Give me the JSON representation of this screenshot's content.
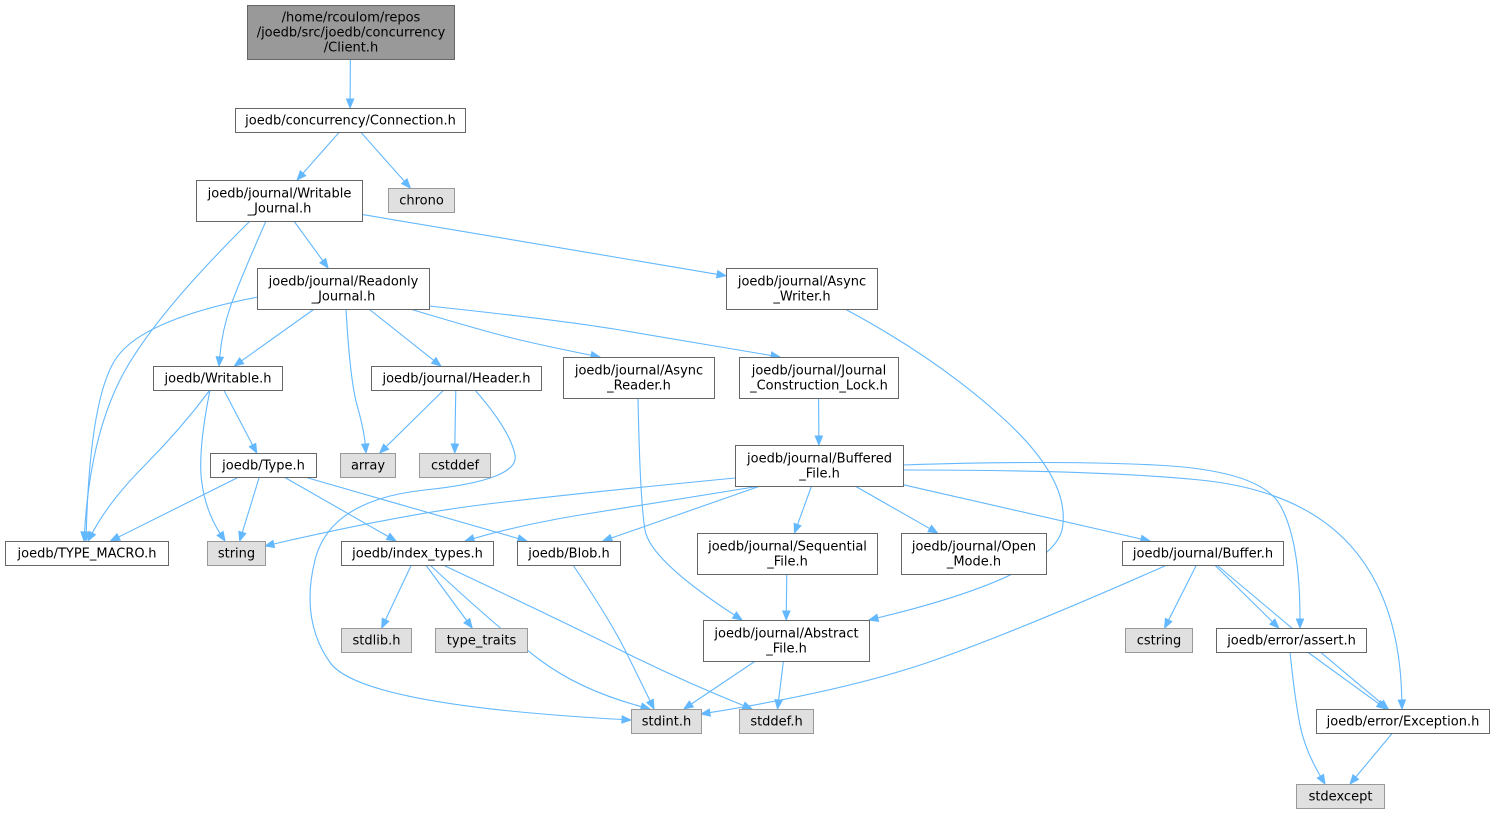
{
  "nodes": [
    {
      "id": "client",
      "kind": "root",
      "lines": [
        "/home/rcoulom/repos",
        "/joedb/src/joedb/concurrency",
        "/Client.h"
      ]
    },
    {
      "id": "connection",
      "kind": "file",
      "lines": [
        "joedb/concurrency/Connection.h"
      ]
    },
    {
      "id": "chrono",
      "kind": "system",
      "lines": [
        "chrono"
      ]
    },
    {
      "id": "writable_journal",
      "kind": "file",
      "lines": [
        "joedb/journal/Writable",
        "_Journal.h"
      ]
    },
    {
      "id": "readonly_journal",
      "kind": "file",
      "lines": [
        "joedb/journal/Readonly",
        "_Journal.h"
      ]
    },
    {
      "id": "async_writer",
      "kind": "file",
      "lines": [
        "joedb/journal/Async",
        "_Writer.h"
      ]
    },
    {
      "id": "writable",
      "kind": "file",
      "lines": [
        "joedb/Writable.h"
      ]
    },
    {
      "id": "header",
      "kind": "file",
      "lines": [
        "joedb/journal/Header.h"
      ]
    },
    {
      "id": "async_reader",
      "kind": "file",
      "lines": [
        "joedb/journal/Async",
        "_Reader.h"
      ]
    },
    {
      "id": "construction_lock",
      "kind": "file",
      "lines": [
        "joedb/journal/Journal",
        "_Construction_Lock.h"
      ]
    },
    {
      "id": "type",
      "kind": "file",
      "lines": [
        "joedb/Type.h"
      ]
    },
    {
      "id": "array",
      "kind": "system",
      "lines": [
        "array"
      ]
    },
    {
      "id": "cstddef",
      "kind": "system",
      "lines": [
        "cstddef"
      ]
    },
    {
      "id": "buffered_file",
      "kind": "file",
      "lines": [
        "joedb/journal/Buffered",
        "_File.h"
      ]
    },
    {
      "id": "type_macro",
      "kind": "file",
      "lines": [
        "joedb/TYPE_MACRO.h"
      ]
    },
    {
      "id": "string",
      "kind": "system",
      "lines": [
        "string"
      ]
    },
    {
      "id": "index_types",
      "kind": "file",
      "lines": [
        "joedb/index_types.h"
      ]
    },
    {
      "id": "blob",
      "kind": "file",
      "lines": [
        "joedb/Blob.h"
      ]
    },
    {
      "id": "sequential_file",
      "kind": "file",
      "lines": [
        "joedb/journal/Sequential",
        "_File.h"
      ]
    },
    {
      "id": "open_mode",
      "kind": "file",
      "lines": [
        "joedb/journal/Open",
        "_Mode.h"
      ]
    },
    {
      "id": "buffer",
      "kind": "file",
      "lines": [
        "joedb/journal/Buffer.h"
      ]
    },
    {
      "id": "stdlib",
      "kind": "system",
      "lines": [
        "stdlib.h"
      ]
    },
    {
      "id": "type_traits",
      "kind": "system",
      "lines": [
        "type_traits"
      ]
    },
    {
      "id": "abstract_file",
      "kind": "file",
      "lines": [
        "joedb/journal/Abstract",
        "_File.h"
      ]
    },
    {
      "id": "cstring",
      "kind": "system",
      "lines": [
        "cstring"
      ]
    },
    {
      "id": "assert",
      "kind": "file",
      "lines": [
        "joedb/error/assert.h"
      ]
    },
    {
      "id": "stdint",
      "kind": "system",
      "lines": [
        "stdint.h"
      ]
    },
    {
      "id": "stddef",
      "kind": "system",
      "lines": [
        "stddef.h"
      ]
    },
    {
      "id": "exception",
      "kind": "file",
      "lines": [
        "joedb/error/Exception.h"
      ]
    },
    {
      "id": "stdexcept",
      "kind": "system",
      "lines": [
        "stdexcept"
      ]
    }
  ],
  "edges": [
    [
      "client",
      "connection"
    ],
    [
      "connection",
      "writable_journal"
    ],
    [
      "connection",
      "chrono"
    ],
    [
      "writable_journal",
      "readonly_journal"
    ],
    [
      "writable_journal",
      "async_writer"
    ],
    [
      "writable_journal",
      "writable"
    ],
    [
      "writable_journal",
      "type_macro"
    ],
    [
      "readonly_journal",
      "writable"
    ],
    [
      "readonly_journal",
      "type_macro"
    ],
    [
      "readonly_journal",
      "array"
    ],
    [
      "readonly_journal",
      "header"
    ],
    [
      "readonly_journal",
      "async_reader"
    ],
    [
      "readonly_journal",
      "construction_lock"
    ],
    [
      "async_writer",
      "abstract_file"
    ],
    [
      "writable",
      "type"
    ],
    [
      "writable",
      "type_macro"
    ],
    [
      "writable",
      "string"
    ],
    [
      "header",
      "array"
    ],
    [
      "header",
      "cstddef"
    ],
    [
      "header",
      "stdint"
    ],
    [
      "async_reader",
      "abstract_file"
    ],
    [
      "construction_lock",
      "buffered_file"
    ],
    [
      "type",
      "type_macro"
    ],
    [
      "type",
      "string"
    ],
    [
      "type",
      "index_types"
    ],
    [
      "type",
      "blob"
    ],
    [
      "buffered_file",
      "string"
    ],
    [
      "buffered_file",
      "index_types"
    ],
    [
      "buffered_file",
      "blob"
    ],
    [
      "buffered_file",
      "sequential_file"
    ],
    [
      "buffered_file",
      "open_mode"
    ],
    [
      "buffered_file",
      "buffer"
    ],
    [
      "buffered_file",
      "assert"
    ],
    [
      "buffered_file",
      "exception"
    ],
    [
      "index_types",
      "stdlib"
    ],
    [
      "index_types",
      "type_traits"
    ],
    [
      "index_types",
      "stdint"
    ],
    [
      "index_types",
      "stddef"
    ],
    [
      "blob",
      "stdint"
    ],
    [
      "sequential_file",
      "abstract_file"
    ],
    [
      "abstract_file",
      "stdint"
    ],
    [
      "abstract_file",
      "stddef"
    ],
    [
      "buffer",
      "cstring"
    ],
    [
      "buffer",
      "assert"
    ],
    [
      "buffer",
      "exception"
    ],
    [
      "buffer",
      "stdint"
    ],
    [
      "assert",
      "exception"
    ],
    [
      "assert",
      "stdexcept"
    ],
    [
      "exception",
      "stdexcept"
    ]
  ]
}
